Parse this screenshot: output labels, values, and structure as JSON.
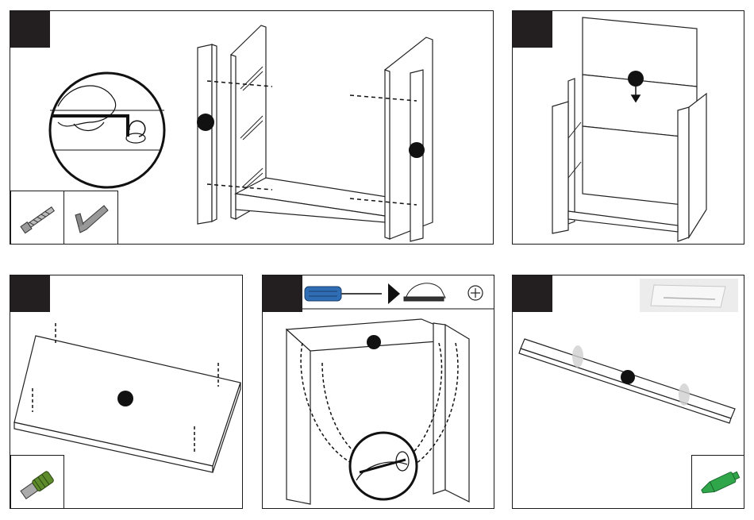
{
  "document": {
    "type": "assembly-instructions",
    "steps": [
      {
        "id": "step-a",
        "parts": [
          "cam-screw",
          "allen-key"
        ],
        "tool": "allen-key"
      },
      {
        "id": "step-b",
        "parts": [],
        "tool": null
      },
      {
        "id": "step-c",
        "parts": [
          "connector-dowel"
        ],
        "tool": null
      },
      {
        "id": "step-d",
        "parts": [],
        "tool": "phillips-screwdriver"
      },
      {
        "id": "step-e",
        "parts": [
          "glue-tube"
        ],
        "tool": null
      }
    ]
  },
  "colors": {
    "badge": "#231f20",
    "line": "#1a1a1a",
    "screwdriver_handle": "#2f6db5",
    "dowel_green": "#5e8b2c",
    "glue_green": "#2fa64a"
  }
}
